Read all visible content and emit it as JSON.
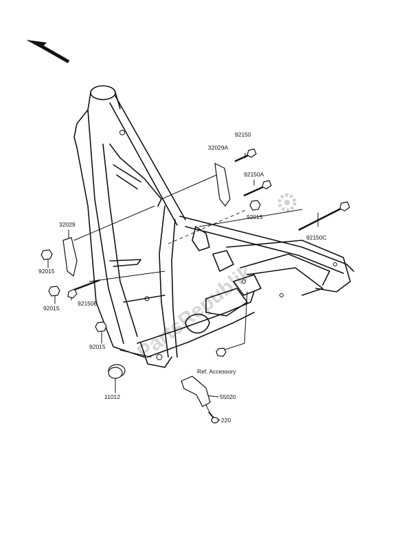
{
  "labels": {
    "p32029a": "32029A",
    "p92150": "92150",
    "p92150a": "92150A",
    "p92015_right": "92015",
    "p92150c": "92150C",
    "p32029": "32029",
    "p92015_a": "92015",
    "p92015_b": "92015",
    "p92150b": "92150B",
    "p92015_c": "92015",
    "ref_accessory": "Ref. Accessory",
    "p11012": "11012",
    "p55020": "55020",
    "p220": "220"
  },
  "watermark": "PartsRepublik",
  "colors": {
    "ink": "#111111",
    "watermark": "#d6d6d6"
  },
  "icons": [
    "front-direction-arrow-icon",
    "gear-watermark-icon"
  ]
}
